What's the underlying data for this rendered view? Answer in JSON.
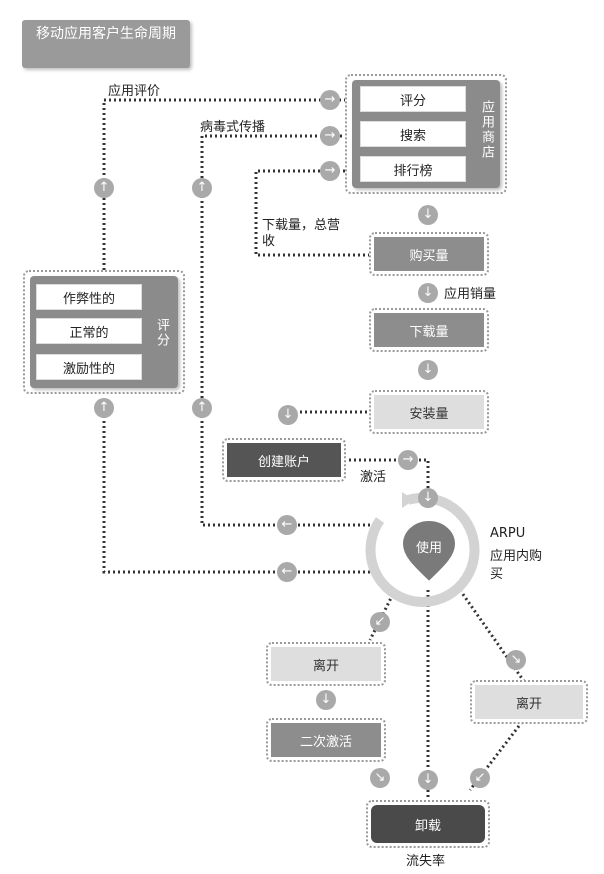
{
  "title": "移动应用客户生命周期",
  "store": {
    "label": "应用商店",
    "items": [
      "评分",
      "搜索",
      "排行榜"
    ]
  },
  "rating": {
    "label": "评分",
    "items": [
      "作弊性的",
      "正常的",
      "激励性的"
    ]
  },
  "steps": {
    "purchases": "购买量",
    "downloads": "下载量",
    "installs": "安装量",
    "create_account": "创建账户",
    "use": "使用",
    "leave_left": "离开",
    "reactivate": "二次激活",
    "leave_right": "离开",
    "uninstall": "卸载"
  },
  "labels": {
    "app_review": "应用评价",
    "viral": "病毒式传播",
    "downloads_revenue": "下载量，总营收",
    "app_sales": "应用销量",
    "activation": "激活",
    "arpu": "ARPU",
    "in_app_purchase": "应用内购买",
    "churn": "流失率"
  }
}
